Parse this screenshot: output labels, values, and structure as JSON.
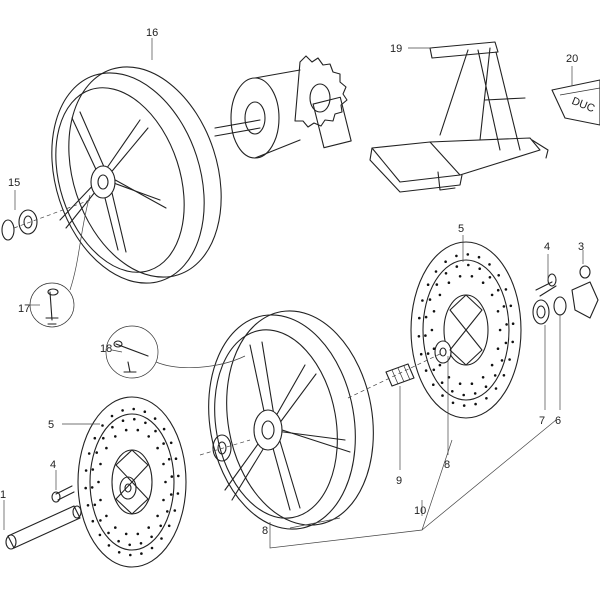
{
  "callouts": [
    {
      "id": "c1",
      "text": "1"
    },
    {
      "id": "c3",
      "text": "3"
    },
    {
      "id": "c4a",
      "text": "4"
    },
    {
      "id": "c4b",
      "text": "4"
    },
    {
      "id": "c5a",
      "text": "5"
    },
    {
      "id": "c5b",
      "text": "5"
    },
    {
      "id": "c6",
      "text": "6"
    },
    {
      "id": "c7",
      "text": "7"
    },
    {
      "id": "c8a",
      "text": "8"
    },
    {
      "id": "c8b",
      "text": "8"
    },
    {
      "id": "c9",
      "text": "9"
    },
    {
      "id": "c10",
      "text": "10"
    },
    {
      "id": "c15",
      "text": "15"
    },
    {
      "id": "c16",
      "text": "16"
    },
    {
      "id": "c17",
      "text": "17"
    },
    {
      "id": "c18",
      "text": "18"
    },
    {
      "id": "c19",
      "text": "19"
    },
    {
      "id": "c20",
      "text": "20"
    }
  ],
  "stand_pad_text": "DUC"
}
